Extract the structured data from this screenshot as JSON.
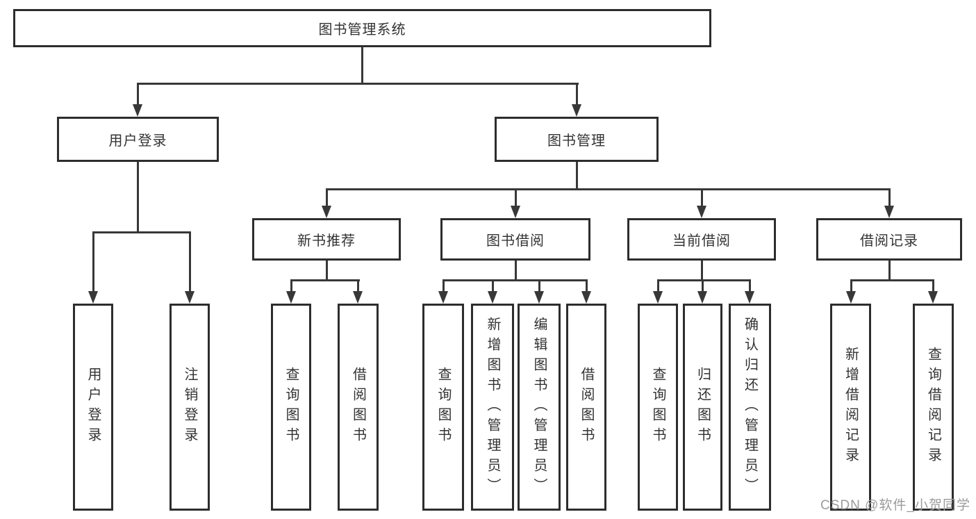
{
  "root": {
    "label": "图书管理系统"
  },
  "level2": [
    {
      "label": "用户登录"
    },
    {
      "label": "图书管理"
    }
  ],
  "level3": [
    {
      "label": "新书推荐"
    },
    {
      "label": "图书借阅"
    },
    {
      "label": "当前借阅"
    },
    {
      "label": "借阅记录"
    }
  ],
  "leaves": {
    "login": [
      {
        "label": "用户登录"
      },
      {
        "label": "注销登录"
      }
    ],
    "recommend": [
      {
        "label": "查询图书"
      },
      {
        "label": "借阅图书"
      }
    ],
    "borrow": [
      {
        "label": "查询图书"
      },
      {
        "label": "新增图书（管理员）"
      },
      {
        "label": "编辑图书（管理员）"
      },
      {
        "label": "借阅图书"
      }
    ],
    "current": [
      {
        "label": "查询图书"
      },
      {
        "label": "归还图书"
      },
      {
        "label": "确认归还（管理员）"
      }
    ],
    "records": [
      {
        "label": "新增借阅记录"
      },
      {
        "label": "查询借阅记录"
      }
    ]
  },
  "watermark": {
    "text": "CSDN @软件_小贺同学",
    "color": "#9b9b9b"
  },
  "colors": {
    "line": "#383838",
    "border": "#2d2d2d",
    "text": "#333333",
    "background": "#ffffff"
  }
}
